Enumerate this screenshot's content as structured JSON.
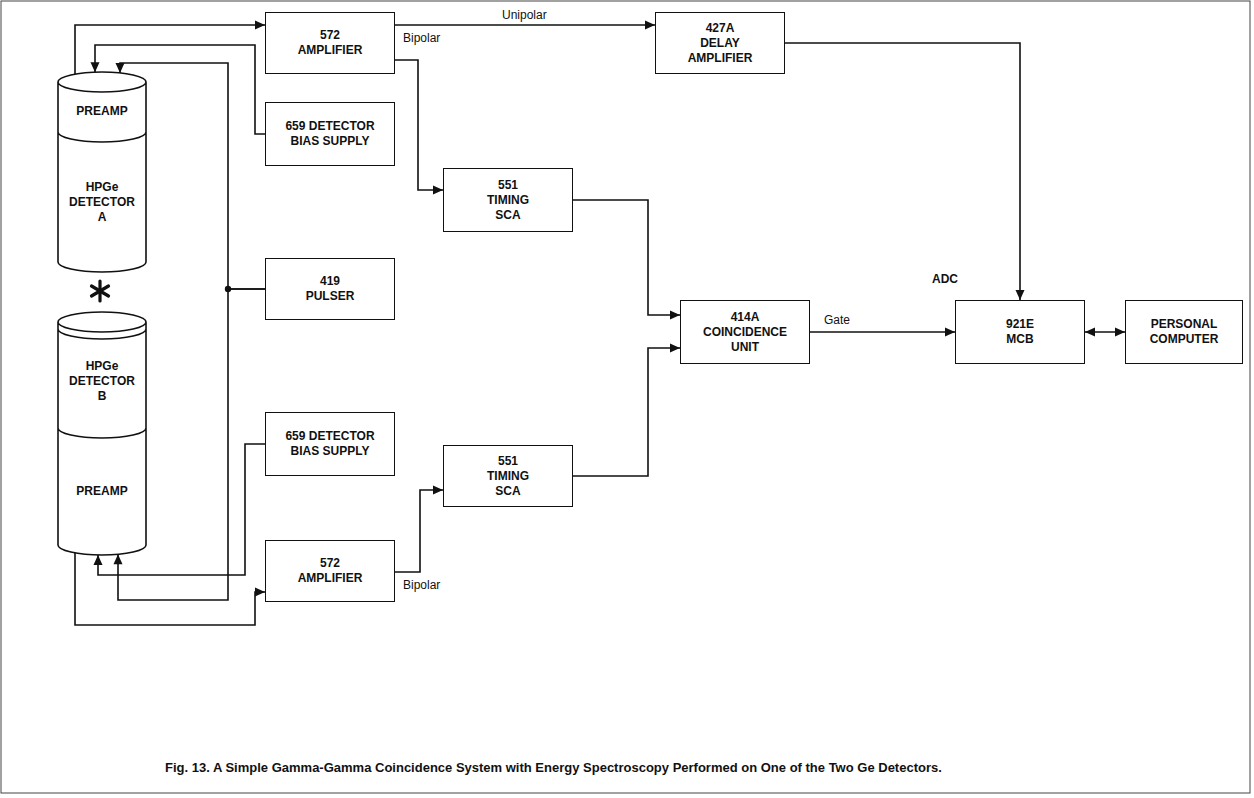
{
  "diagram": {
    "caption": "Fig. 13.  A Simple Gamma-Gamma Coincidence System with Energy Spectroscopy Performed on One of the Two Ge Detectors.",
    "nodes": [
      {
        "text": [
          "PREAMP"
        ]
      },
      {
        "text": [
          "HPGe DETECTOR A"
        ]
      },
      {
        "text": [
          "572 AMPLIFIER"
        ]
      },
      {
        "text": [
          "427A DELAY AMPLIFIER"
        ]
      },
      {
        "text": [
          "659 DETECTOR BIAS SUPPLY"
        ]
      },
      {
        "text": [
          "551 TIMING SCA"
        ]
      },
      {
        "text": [
          "419 PULSER"
        ]
      },
      {
        "text": [
          "414A COINCIDENCE UNIT"
        ]
      },
      {
        "text": [
          "921E MCB"
        ]
      },
      {
        "text": [
          "PERSONAL COMPUTER"
        ]
      },
      {
        "text": [
          "HPGe DETECTOR B"
        ]
      },
      {
        "text": [
          "PREAMP"
        ]
      },
      {
        "text": [
          "659 DETECTOR BIAS SUPPLY"
        ]
      },
      {
        "text": [
          "551 TIMING SCA"
        ]
      },
      {
        "text": [
          "572 AMPLIFIER"
        ]
      }
    ],
    "edges": [
      {
        "from": 0,
        "to": 2,
        "arrow": "to"
      },
      {
        "from": 4,
        "to": 0,
        "arrow": "to"
      },
      {
        "from": 6,
        "to": 0,
        "arrow": "to"
      },
      {
        "from": 2,
        "to": 3,
        "label": "Unipolar",
        "arrow": "to"
      },
      {
        "from": 2,
        "to": 5,
        "label": "Bipolar",
        "arrow": "to"
      },
      {
        "from": 3,
        "to": 8,
        "arrow": "to"
      },
      {
        "from": 5,
        "to": 7,
        "arrow": "to"
      },
      {
        "from": 7,
        "to": 8,
        "label": "Gate",
        "arrow": "to"
      },
      {
        "from": 8,
        "to": 9,
        "arrow": "both"
      },
      {
        "from": 11,
        "to": 14,
        "arrow": "to"
      },
      {
        "from": 12,
        "to": 11,
        "arrow": "to"
      },
      {
        "from": 6,
        "to": 11,
        "arrow": "to"
      },
      {
        "from": 14,
        "to": 13,
        "label": "Bipolar",
        "arrow": "to"
      },
      {
        "from": 13,
        "to": 7,
        "arrow": "to"
      }
    ],
    "labels": [
      "ADC"
    ]
  }
}
